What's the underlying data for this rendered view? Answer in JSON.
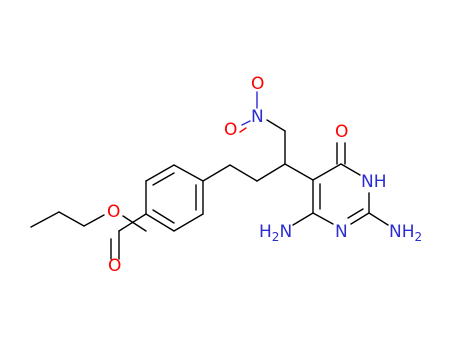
{
  "colors": {
    "carbon_bond": "#000000",
    "oxygen": "#ff0000",
    "nitrogen": "#2c2cd0"
  },
  "atoms": {
    "ester_o_single": "O",
    "ester_o_double": "O",
    "nitro_o_top": "O",
    "nitro_o_left": "O",
    "nitro_n": "N",
    "ring_carbonyl_o": "O",
    "ring_nh": "NH",
    "ring_n": "N",
    "nh2_left_main": "H",
    "nh2_left_n": "N",
    "nh2_left_sub": "2",
    "nh2_right_main": "NH",
    "nh2_right_sub": "2"
  }
}
